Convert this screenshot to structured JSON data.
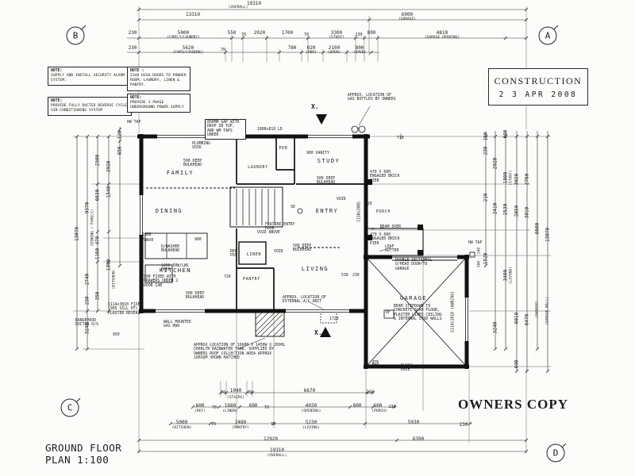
{
  "meta": {
    "plan_title": "GROUND FLOOR",
    "plan_scale": "PLAN 1:100",
    "owners_copy": "OWNERS COPY"
  },
  "stamp": {
    "title": "CONSTRUCTION",
    "date": "2 3  APR 2008"
  },
  "grid": {
    "a": "A",
    "b": "B",
    "c": "C",
    "d": "D"
  },
  "notes": [
    {
      "head": "NOTE:",
      "body": "SUPPLY AND INSTALL SECURITY ALARM SYSTEM."
    },
    {
      "head": "NOTE:",
      "body": "PROVIDE FULLY DUCTED REVERSE CYCLE AIR-CONDITIONING SYSTEM"
    },
    {
      "head": "NOTE :",
      "body": "2340 HIGH DOORS TO POWDER ROOM, LAUNDRY, LINEN & PANTRY."
    },
    {
      "head": "NOTE:",
      "body": "PROVIDE 3 PHASE UNDERGROUND POWER SUPPLY"
    }
  ],
  "rooms": {
    "family": "FAMILY",
    "laundry": "LAUNDRY",
    "pdr": "PDR",
    "study": "STUDY",
    "dining": "DINING",
    "entry": "ENTRY",
    "porch": "PORCH",
    "kitchen": "KITCHEN",
    "linen": "LINEN",
    "pantry": "PANTRY",
    "living": "LIVING",
    "garage": "GARAGE"
  },
  "dims": {
    "top": [
      "19310",
      "(OVERALL)",
      "13310",
      "6000",
      "(GARAGE)",
      "230",
      "5000",
      "(FAMILY/LAUNDRY)",
      "550",
      "70",
      "2020",
      "1700",
      "70",
      "3300",
      "(STUDY)",
      "230",
      "800",
      "4810",
      "(GARAGE OPENING)",
      "230",
      "5620",
      "(FAMILY/DINING)",
      "70",
      "780",
      "920",
      "(PDR)",
      "2100",
      "(OPEN)",
      "800",
      "(OPEN)"
    ],
    "left": [
      "13070",
      "9370",
      "2740",
      "230",
      "3240",
      "6630",
      "2300",
      "470",
      "1160",
      "350",
      "2920",
      "1540",
      "1950",
      "120",
      "850",
      "(DINING / FAMILY)",
      "(KITCHEN)"
    ],
    "right": [
      "120",
      "230",
      "660",
      "2920",
      "1800",
      "(STUDY)",
      "3020",
      "2760",
      "210",
      "2410",
      "2530",
      "2850",
      "3010",
      "6600",
      "13070",
      "1520",
      "240",
      "300",
      "3400",
      "(LIVING)",
      "3240",
      "6010",
      "6470",
      "690",
      "(GARAGE)",
      "(GARAGE WALL)"
    ],
    "bottom": [
      "70",
      "1040",
      "(STAIRS)",
      "70",
      "6670",
      "230",
      "800",
      "1680",
      "600",
      "4030",
      "800",
      "600",
      "230",
      "(REF)",
      "(LINEN)",
      "(OPENING)",
      "(PORCH)",
      "70",
      "70",
      "5000",
      "(KITCHEN)",
      "70",
      "2480",
      "(PANTRY)",
      "70",
      "5230",
      "(LIVING)",
      "5930",
      "230",
      "12920",
      "6390",
      "19310",
      "(OVERALL)"
    ]
  },
  "ann": [
    "800MM GAP WITH DROP IN TOP, AND WM TAPS UNDER",
    "1800x810 LD",
    "PLUMBING VOID",
    "500 DEEP BULKHEAD",
    "900 VANITY",
    "500 DEEP BULKHEAD",
    "470 X 600 ENGAGED BRICK PIER",
    "VOID",
    "820",
    "2130x2085",
    "BEAM OVER",
    "SD",
    "FEATURE ENTRY DOOR",
    "VOID ABOVE",
    "1088",
    "M/WAVE",
    "980",
    "D/WASHER BULKHEAD",
    "REF POS",
    "VOID",
    "500 DEEP BULKHEAD",
    "1200 50W/LWS DEEP",
    "900 FIXED WITH DRAWERS UNDER 2 DOOR CAB",
    "720",
    "500 DEEP BULKHEAD",
    "5114x3810 FIXED (905 SILL HT) PLASTER REVEAL",
    "RANGEHOOD DUCTED O/S",
    "950",
    "WALL MOUNTED GAS HWU",
    "APPROX. LOCATION OF EXTERNAL A/C UNIT",
    "1720",
    "530",
    "230",
    "X.",
    "X.",
    "APPROX. LOCATION OF GAS BOTTLES BY OWNERS",
    "710",
    "LEAF GUTTER",
    "DOUBLE SECTIONAL O/HEAD DOOR TO GARAGE",
    "BEAM STEPDOWN TO CONCRETE SLAB FLOOR, PLASTER LINED CEILING & INTERNAL STUD WALLS",
    "RF",
    "5114x1810 (AWNING)",
    "FLUSH EAVE",
    "DP",
    "APPROX LOCATION OF 1660H X 1450W X 2600L 5000LTR RAINWATER TANK, SUPPLIED BY OWNERS ROOF COLLECTION AREA APPROX 100SQM SHOWN HATCHED",
    "470 X 600 ENGAGED BRICK PIER",
    "HW TAP",
    "HW TAP"
  ]
}
